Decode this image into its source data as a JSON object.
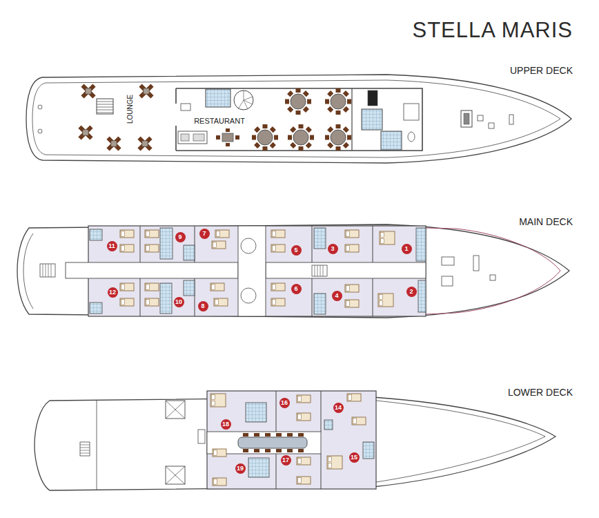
{
  "diagram": {
    "title": "STELLA MARIS",
    "labels": [
      "UPPER DECK",
      "LOUNGE",
      "RESTAURANT",
      "MAIN DECK",
      "11",
      "9",
      "7",
      "5",
      "3",
      "1",
      "12",
      "10",
      "8",
      "6",
      "4",
      "2",
      "LOWER DECK",
      "16",
      "14",
      "18",
      "19",
      "17",
      "15"
    ]
  }
}
